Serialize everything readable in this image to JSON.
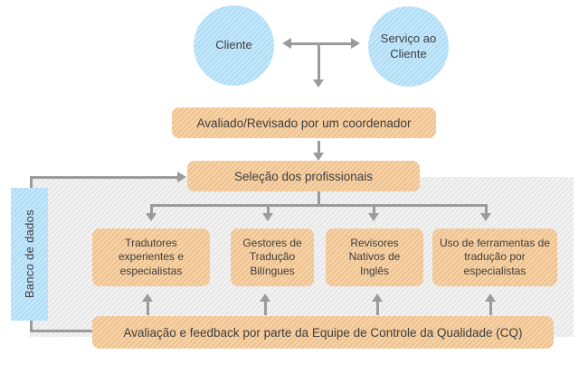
{
  "diagram": {
    "title_hint": "translation-quality-workflow-flowchart",
    "nodes": {
      "cliente": "Cliente",
      "servico_ao_cliente": "Serviço ao Cliente",
      "coordenador": "Avaliado/Revisado por um coordenador",
      "selecao": "Seleção dos profissionais",
      "banco_de_dados": "Banco de dados",
      "qualidade": "Avaliação e feedback por parte da Equipe de Controle da Qualidade (CQ)"
    },
    "specialists": [
      {
        "label": "Tradutores experientes e especialistas"
      },
      {
        "label": "Gestores de Tradução Bilíngues"
      },
      {
        "label": "Revisores Nativos de Inglês"
      },
      {
        "label": "Uso de ferramentas de tradução por especialistas"
      }
    ],
    "edges": [
      {
        "from": "cliente",
        "to": "servico_ao_cliente",
        "style": "double-headed"
      },
      {
        "from": "cliente/servico_ao_cliente",
        "to": "coordenador",
        "style": "down"
      },
      {
        "from": "coordenador",
        "to": "selecao",
        "style": "down"
      },
      {
        "from": "selecao",
        "to": "specialists[0..3]",
        "style": "branch-down"
      },
      {
        "from": "qualidade",
        "to": "specialists[0..3]",
        "style": "up"
      },
      {
        "from": "qualidade",
        "to": "selecao",
        "via": "banco_de_dados",
        "style": "elbow-left-up"
      }
    ],
    "colors": {
      "node_blue": "#b5e0f7",
      "node_orange": "#f3cb9c",
      "panel_gray": "#ededed",
      "connector_gray": "#9b9b9b",
      "text": "#3e3e3e",
      "background": "#ffffff"
    }
  }
}
